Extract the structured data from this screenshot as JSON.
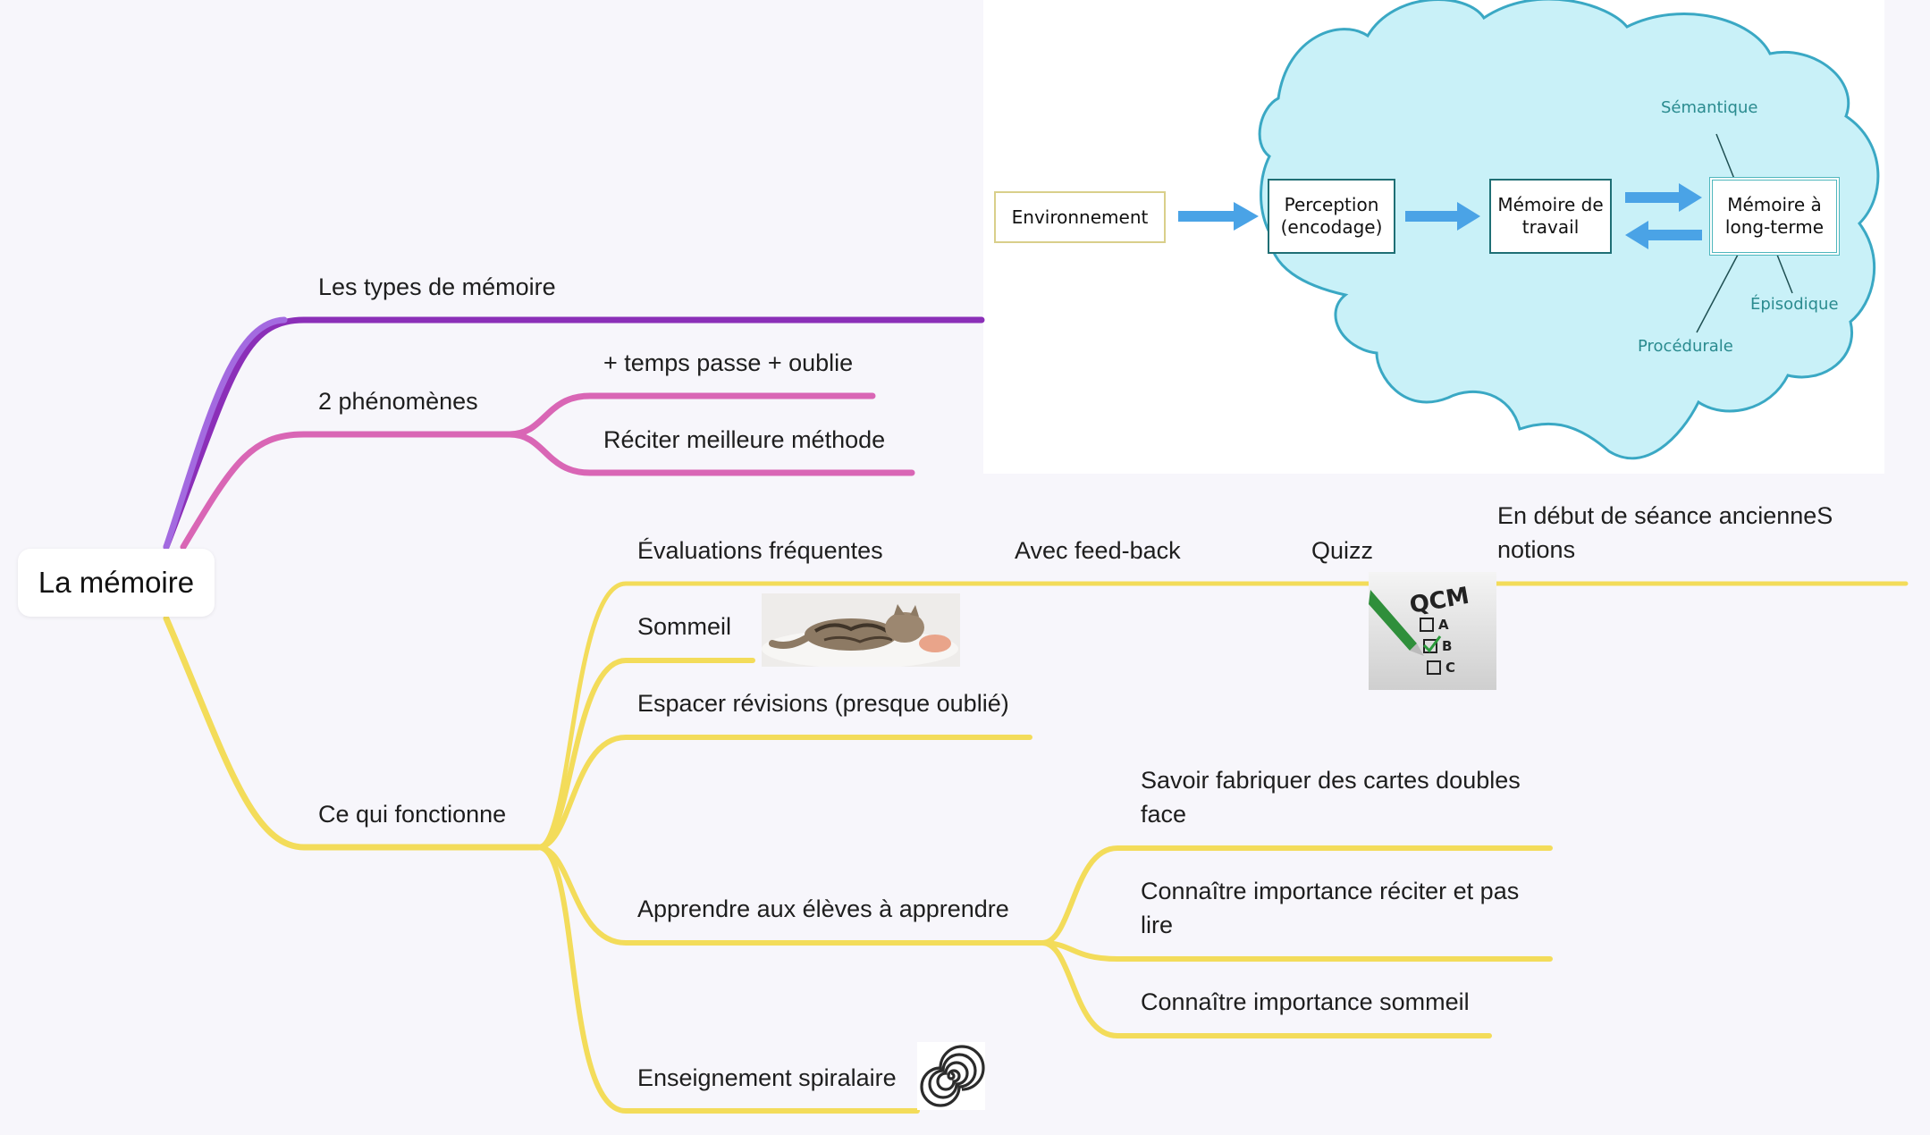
{
  "root": {
    "label": "La mémoire"
  },
  "branches": {
    "types": {
      "label": "Les types de mémoire",
      "color": "#8b2fb8"
    },
    "phenomenes": {
      "label": "2 phénomènes",
      "color": "#d966b5",
      "children": [
        "+ temps passe + oublie",
        "Réciter meilleure méthode"
      ]
    },
    "fonctionne": {
      "label": "Ce qui fonctionne",
      "color": "#f3dc5a",
      "evaluations": {
        "label": "Évaluations fréquentes",
        "feedback": "Avec feed-back",
        "quizz": "Quizz",
        "debut": "En début de séance ancienneS notions"
      },
      "sommeil": "Sommeil",
      "espacer": "Espacer révisions (presque oublié)",
      "apprendre": {
        "label": "Apprendre aux élèves à apprendre",
        "children": [
          "Savoir fabriquer des cartes doubles face",
          "Connaître importance réciter et pas lire",
          "Connaître importance sommeil"
        ]
      },
      "spiralaire": "Enseignement spiralaire"
    }
  },
  "memory_diagram": {
    "environnement": "Environnement",
    "perception": "Perception (encodage)",
    "travail": "Mémoire de travail",
    "long_terme": "Mémoire à long-terme",
    "semantique": "Sémantique",
    "episodique": "Épisodique",
    "procedurale": "Procédurale",
    "cloud_color": "#c9f1f8",
    "arrow_color": "#4aa3e6"
  },
  "images": {
    "cat": "sleeping-cat-photo",
    "qcm": {
      "title": "QCM",
      "options": [
        "A",
        "B",
        "C"
      ]
    },
    "spiral": "spiral-icon"
  }
}
